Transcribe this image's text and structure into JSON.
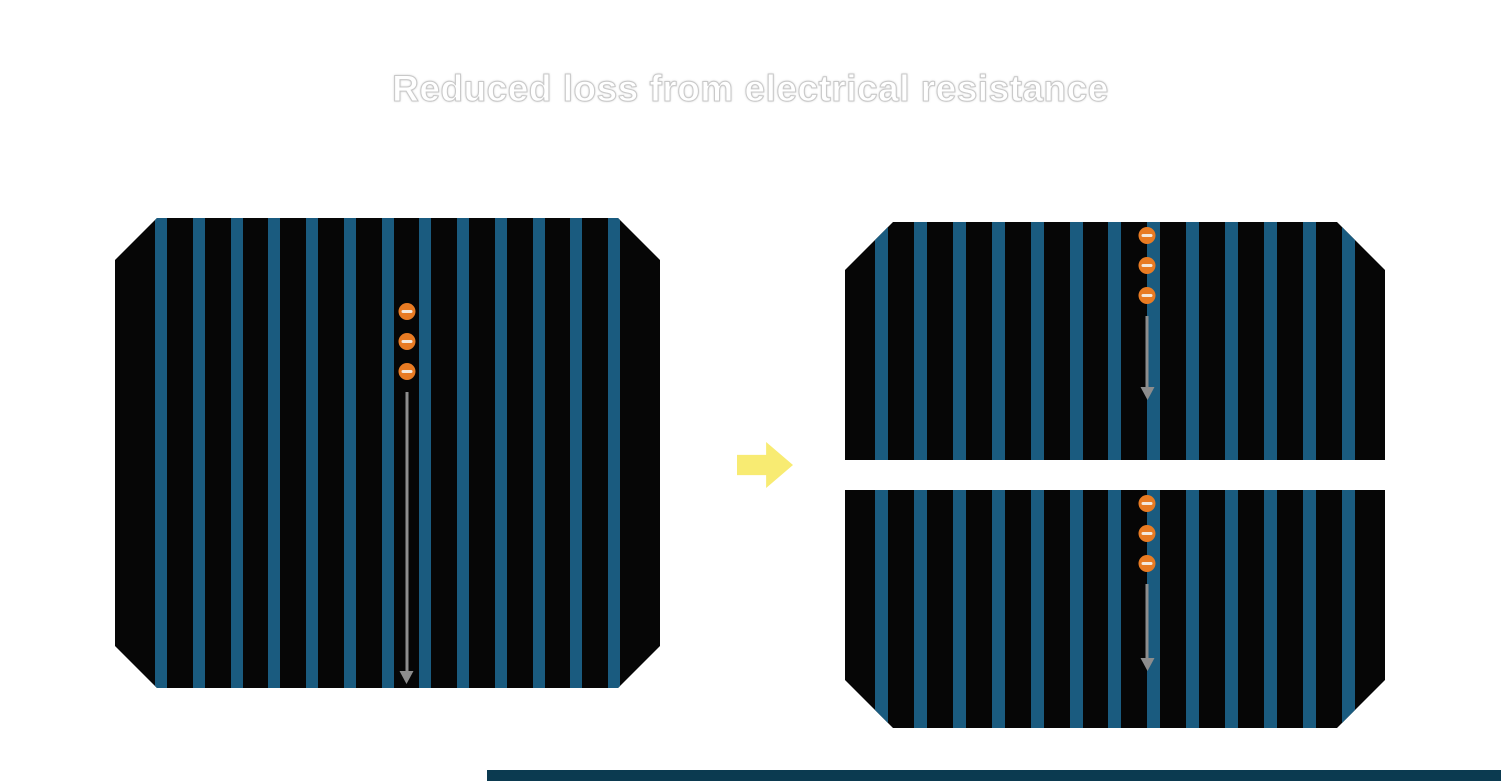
{
  "title": "Reduced loss from electrical resistance",
  "colors": {
    "background": "#ffffff",
    "title_text": "#ffffff",
    "title_outline": "#c9c9c9",
    "cell_body": "#060606",
    "busbar_stripe": "#1a5b7f",
    "electron_fill": "#e87b23",
    "electron_dash": "#f3e9dd",
    "current_arrow": "#8d8d8d",
    "transform_arrow": "#f8eb72",
    "footer_bar": "#0b3a50"
  },
  "cells": {
    "full": {
      "name": "full solar cell",
      "stripes": 13,
      "electrons": 3
    },
    "half_top": {
      "name": "half-cut cell top",
      "stripes": 13,
      "electrons": 3
    },
    "half_bottom": {
      "name": "half-cut cell bottom",
      "stripes": 13,
      "electrons": 3
    }
  }
}
